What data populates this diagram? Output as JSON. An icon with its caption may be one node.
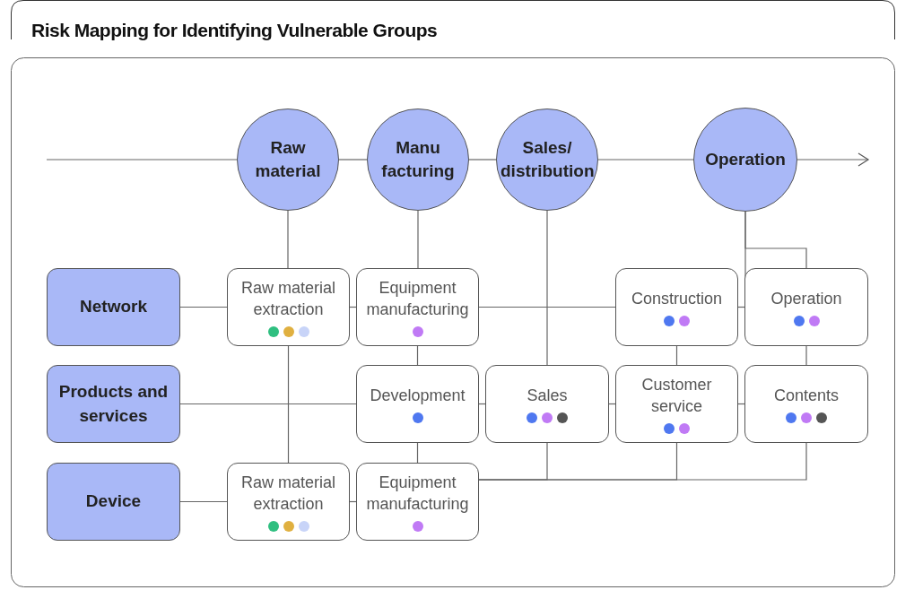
{
  "diagram": {
    "title": "Risk Mapping for Identifying Vulnerable Groups",
    "nodes": [
      {
        "text": [
          "Raw material"
        ]
      },
      {
        "text": [
          "Manu facturing"
        ]
      },
      {
        "text": [
          "Sales/ distribution"
        ]
      },
      {
        "text": [
          "Operation"
        ]
      },
      {
        "text": [
          "Network"
        ]
      },
      {
        "text": [
          "Products and services"
        ]
      },
      {
        "text": [
          "Device"
        ]
      },
      {
        "text": [
          "Raw material extraction"
        ]
      },
      {
        "text": [
          "Equipment manufacturing"
        ]
      },
      {
        "text": [
          "Construction"
        ]
      },
      {
        "text": [
          "Operation"
        ]
      },
      {
        "text": [
          "Development"
        ]
      },
      {
        "text": [
          "Sales"
        ]
      },
      {
        "text": [
          "Customer service"
        ]
      },
      {
        "text": [
          "Contents"
        ]
      },
      {
        "text": [
          "Raw material extraction"
        ]
      },
      {
        "text": [
          "Equipment manufacturing"
        ]
      }
    ],
    "edges": [
      {
        "from": null,
        "to": 0,
        "arrow": "none"
      },
      {
        "from": 0,
        "to": 1,
        "arrow": "none"
      },
      {
        "from": 1,
        "to": 2,
        "arrow": "none"
      },
      {
        "from": 2,
        "to": 3,
        "arrow": "none"
      },
      {
        "from": 3,
        "to": null,
        "arrow": "to"
      },
      {
        "from": 0,
        "to": 7,
        "arrow": "none"
      },
      {
        "from": 1,
        "to": 8,
        "arrow": "none"
      },
      {
        "from": 2,
        "to": 12,
        "arrow": "none"
      },
      {
        "from": 3,
        "to": 9,
        "arrow": "none"
      },
      {
        "from": 3,
        "to": 10,
        "arrow": "none"
      },
      {
        "from": 4,
        "to": 7,
        "arrow": "none"
      },
      {
        "from": 7,
        "to": 8,
        "arrow": "none"
      },
      {
        "from": 8,
        "to": 9,
        "arrow": "none"
      },
      {
        "from": 9,
        "to": 10,
        "arrow": "none"
      },
      {
        "from": 7,
        "to": 15,
        "arrow": "none"
      },
      {
        "from": 8,
        "to": 11,
        "arrow": "none"
      },
      {
        "from": 9,
        "to": 13,
        "arrow": "none"
      },
      {
        "from": 10,
        "to": 14,
        "arrow": "none"
      },
      {
        "from": 5,
        "to": 11,
        "arrow": "none"
      },
      {
        "from": 11,
        "to": 12,
        "arrow": "none"
      },
      {
        "from": 12,
        "to": 13,
        "arrow": "none"
      },
      {
        "from": 13,
        "to": 14,
        "arrow": "none"
      },
      {
        "from": 11,
        "to": 16,
        "arrow": "none"
      },
      {
        "from": 6,
        "to": 15,
        "arrow": "none"
      },
      {
        "from": 15,
        "to": 16,
        "arrow": "none"
      },
      {
        "from": 12,
        "to": 16,
        "arrow": "none"
      },
      {
        "from": 13,
        "to": 16,
        "arrow": "none"
      },
      {
        "from": 14,
        "to": 16,
        "arrow": "none"
      }
    ]
  }
}
